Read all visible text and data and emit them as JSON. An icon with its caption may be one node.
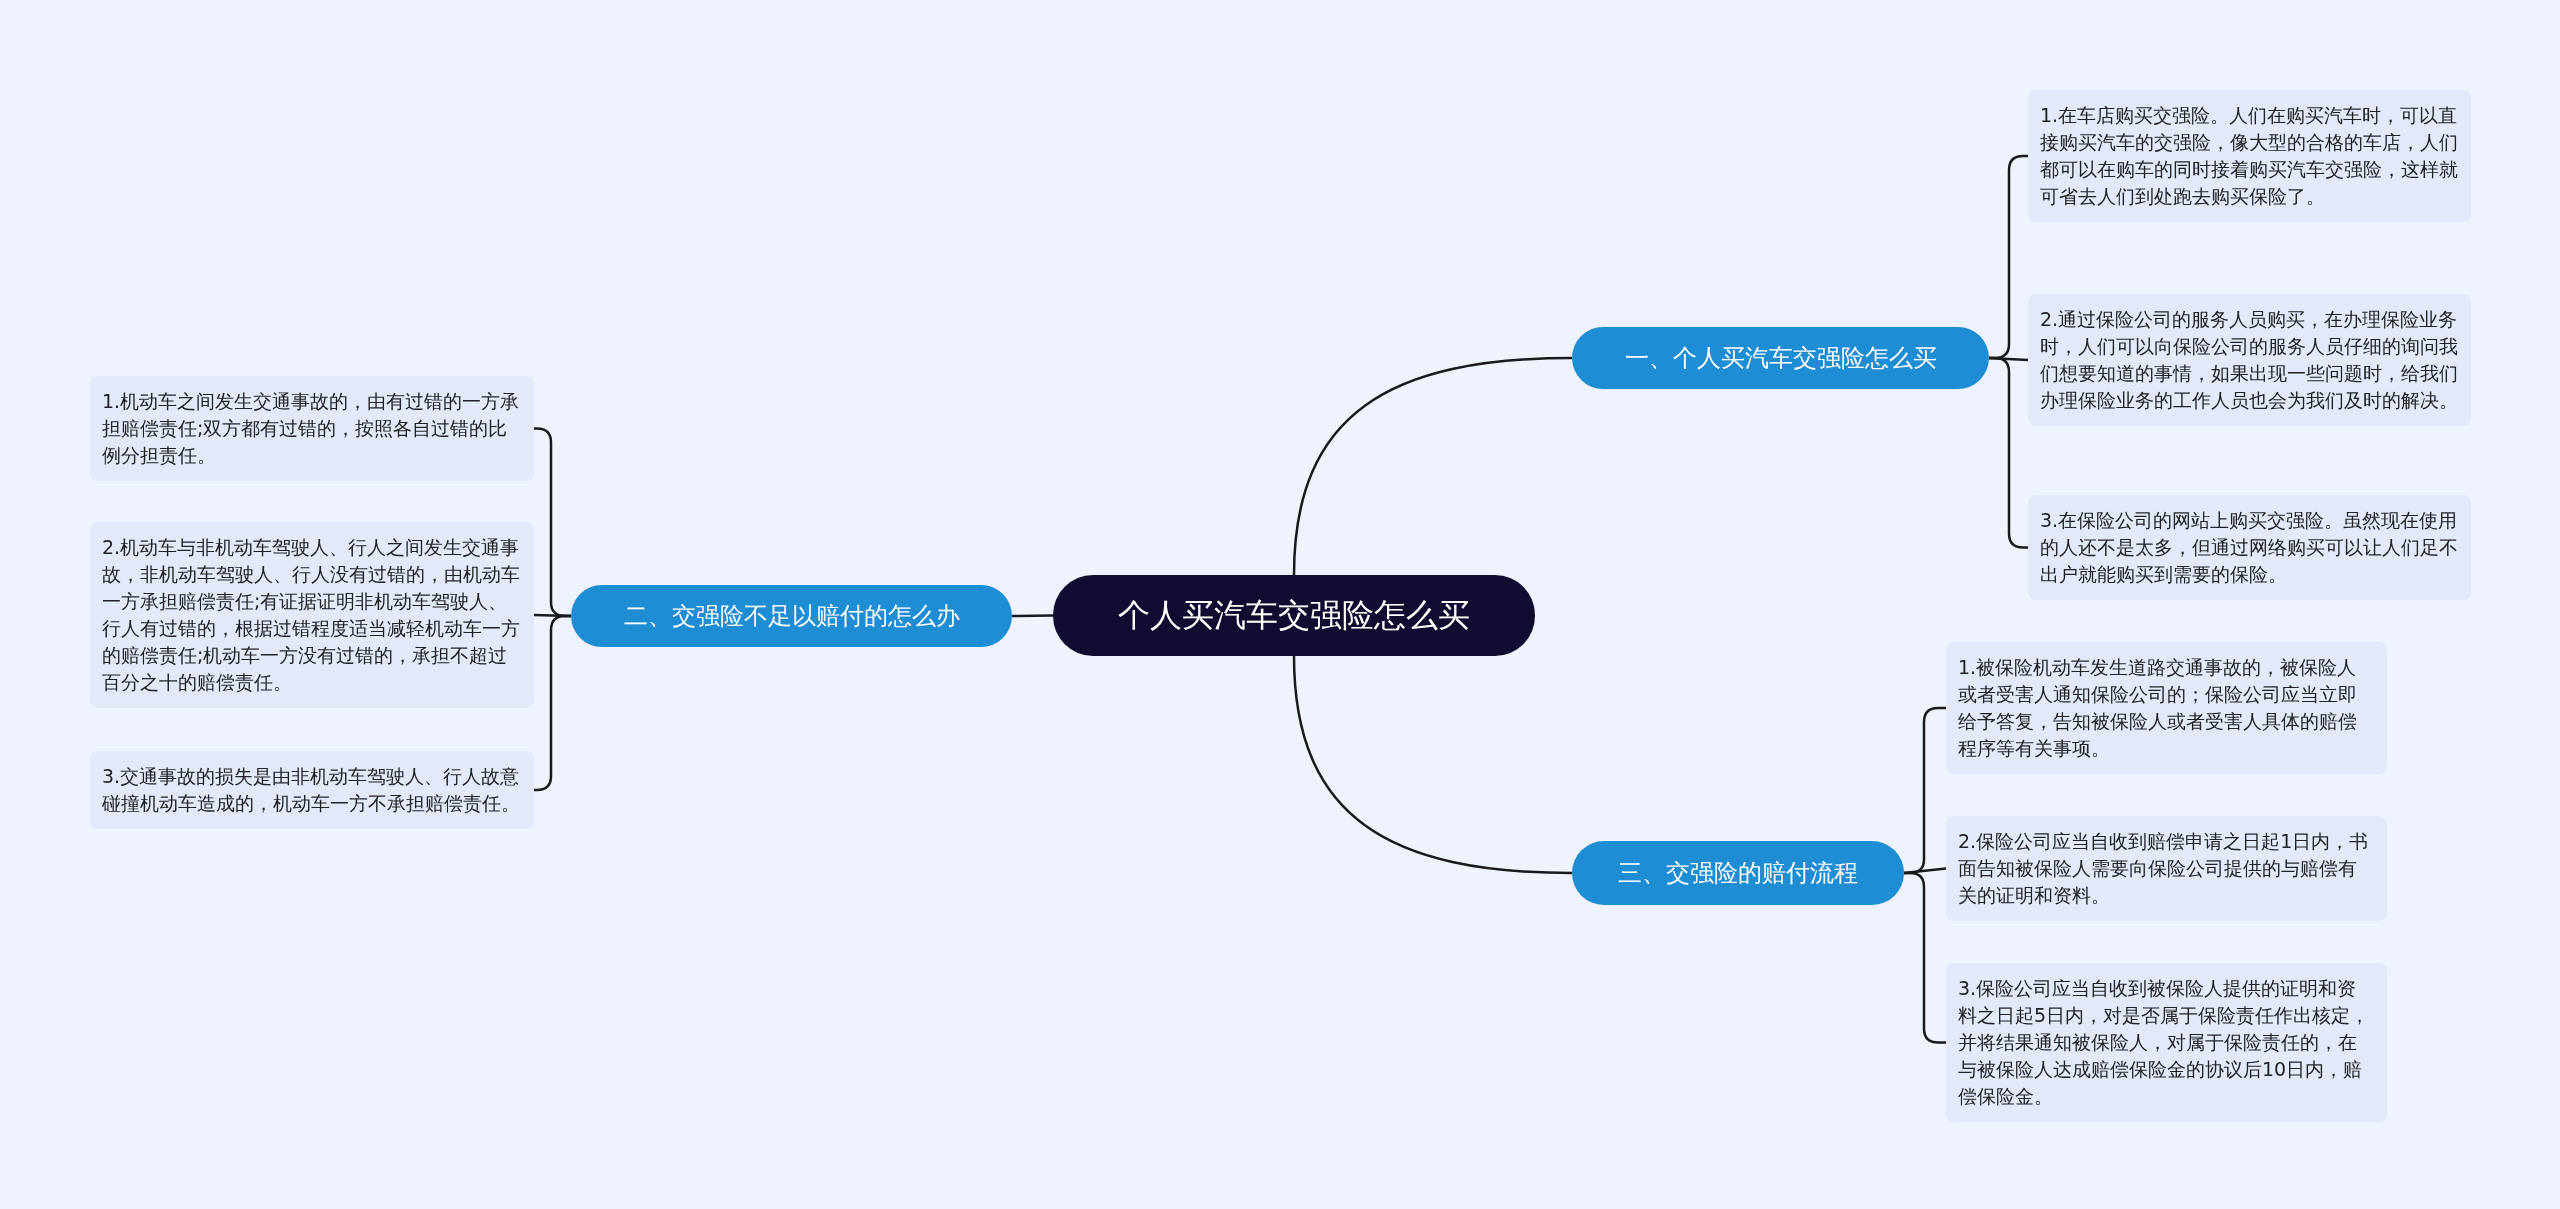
{
  "diagram": {
    "nodes": [
      {
        "text": [
          "个人买汽车交强险怎么买"
        ]
      },
      {
        "text": [
          "一、个人买汽车交强险怎么买"
        ]
      },
      {
        "text": [
          "1.在车店购买交强险。人们在购买汽车时，可以直接购买汽车的交强险，像大型的合格的车店，人们都可以在购车的同时接着购买汽车交强险，这样就可省去人们到处跑去购买保险了。"
        ]
      },
      {
        "text": [
          "2.通过保险公司的服务人员购买，在办理保险业务时，人们可以向保险公司的服务人员仔细的询问我们想要知道的事情，如果出现一些问题时，给我们办理保险业务的工作人员也会为我们及时的解决。"
        ]
      },
      {
        "text": [
          "3.在保险公司的网站上购买交强险。虽然现在使用的人还不是太多，但通过网络购买可以让人们足不出户就能购买到需要的保险。"
        ]
      },
      {
        "text": [
          "二、交强险不足以赔付的怎么办"
        ]
      },
      {
        "text": [
          "1.机动车之间发生交通事故的，由有过错的一方承担赔偿责任;双方都有过错的，按照各自过错的比例分担责任。"
        ]
      },
      {
        "text": [
          "2.机动车与非机动车驾驶人、行人之间发生交通事故，非机动车驾驶人、行人没有过错的，由机动车一方承担赔偿责任;有证据证明非机动车驾驶人、行人有过错的，根据过错程度适当减轻机动车一方的赔偿责任;机动车一方没有过错的，承担不超过百分之十的赔偿责任。"
        ]
      },
      {
        "text": [
          "3.交通事故的损失是由非机动车驾驶人、行人故意碰撞机动车造成的，机动车一方不承担赔偿责任。"
        ]
      },
      {
        "text": [
          "三、交强险的赔付流程"
        ]
      },
      {
        "text": [
          "1.被保险机动车发生道路交通事故的，被保险人或者受害人通知保险公司的；保险公司应当立即给予答复，告知被保险人或者受害人具体的赔偿程序等有关事项。"
        ]
      },
      {
        "text": [
          "2.保险公司应当自收到赔偿申请之日起1日内，书面告知被保险人需要向保险公司提供的与赔偿有关的证明和资料。"
        ]
      },
      {
        "text": [
          "3.保险公司应当自收到被保险人提供的证明和资料之日起5日内，对是否属于保险责任作出核定，并将结果通知被保险人，对属于保险责任的，在与被保险人达成赔偿保险金的协议后10日内，赔偿保险金。"
        ]
      }
    ],
    "edges": [
      {
        "from": 0,
        "to": 1,
        "arrow": "none"
      },
      {
        "from": 1,
        "to": 2,
        "arrow": "none"
      },
      {
        "from": 1,
        "to": 3,
        "arrow": "none"
      },
      {
        "from": 1,
        "to": 4,
        "arrow": "none"
      },
      {
        "from": 0,
        "to": 5,
        "arrow": "none"
      },
      {
        "from": 5,
        "to": 6,
        "arrow": "none"
      },
      {
        "from": 5,
        "to": 7,
        "arrow": "none"
      },
      {
        "from": 5,
        "to": 8,
        "arrow": "none"
      },
      {
        "from": 0,
        "to": 9,
        "arrow": "none"
      },
      {
        "from": 9,
        "to": 10,
        "arrow": "none"
      },
      {
        "from": 9,
        "to": 11,
        "arrow": "none"
      },
      {
        "from": 9,
        "to": 12,
        "arrow": "none"
      }
    ]
  }
}
